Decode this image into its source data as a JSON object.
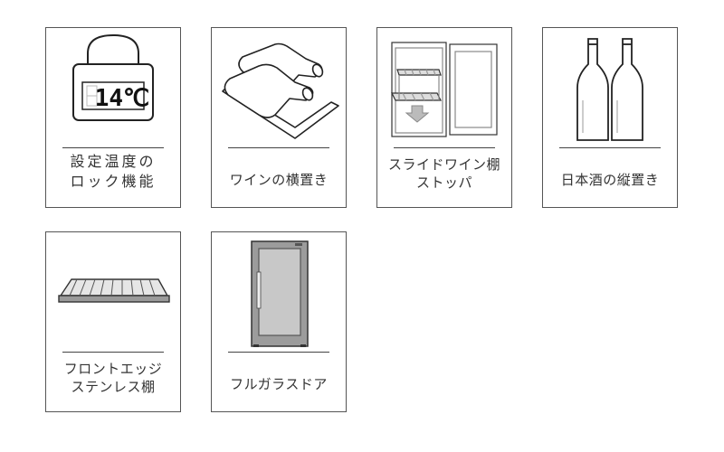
{
  "features": [
    {
      "id": "lock",
      "icon": "padlock-display-icon",
      "display": "14℃",
      "lines": [
        "設定温度の",
        "ロック機能"
      ]
    },
    {
      "id": "horizontal",
      "icon": "wine-bottles-horizontal-icon",
      "lines": [
        "ワインの横置き"
      ]
    },
    {
      "id": "slide-shelf",
      "icon": "sliding-shelf-icon",
      "lines": [
        "スライドワイン棚",
        "ストッパ"
      ]
    },
    {
      "id": "sake",
      "icon": "sake-bottles-upright-icon",
      "lines": [
        "日本酒の縦置き"
      ]
    },
    {
      "id": "edge",
      "icon": "shelf-edge-icon",
      "lines": [
        "フロントエッジ",
        "ステンレス棚"
      ]
    },
    {
      "id": "door",
      "icon": "full-glass-door-icon",
      "lines": [
        "フルガラスドア"
      ]
    }
  ]
}
